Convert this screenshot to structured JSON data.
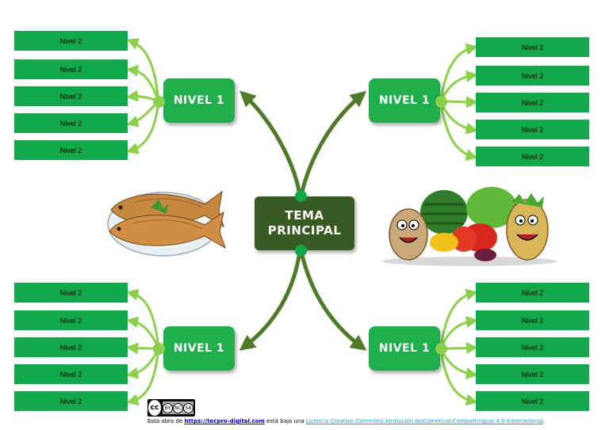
{
  "center": {
    "line1": "TEMA",
    "line2": "PRINCIPAL"
  },
  "nivel1": {
    "top_left": "NIVEL 1",
    "top_right": "NIVEL 1",
    "bottom_left": "NIVEL 1",
    "bottom_right": "NIVEL 1"
  },
  "nivel2": {
    "top_left": [
      "Nivel 2",
      "Nivel 2",
      "Nivel 2",
      "Nivel 2",
      "Nivel 2"
    ],
    "top_right": [
      "Nivel 2",
      "Nivel 2",
      "Nivel 2",
      "Nivel 2",
      "Nivel 2"
    ],
    "bottom_left": [
      "Nivel 2",
      "Nivel 2",
      "Nivel 2",
      "Nivel 2",
      "Nivel 2"
    ],
    "bottom_right": [
      "Nivel 2",
      "Nivel 2",
      "Nivel 2",
      "Nivel 2",
      "Nivel 2"
    ]
  },
  "footer": {
    "badge": {
      "cc": "cc",
      "icons": [
        "BY",
        "NC",
        "SA"
      ]
    },
    "prefix": "Esta obra de ",
    "site_link": "https://tecpro-digital.com",
    "middle": " está bajo una ",
    "license_link": "Licencia Creative Commons Atribución-NoComercial-CompartirIgual 4.0 Internacional",
    "suffix": "."
  },
  "colors": {
    "nivel2_fill": "#12a84a",
    "nivel1_fill": "#1fae4c",
    "center_fill": "#3a5a24",
    "main_arrow": "#4e7a2a",
    "branch_arrow": "#8bcf4a"
  },
  "illustrations": {
    "left": "fish-on-plate-illustration",
    "right": "vegetables-illustration"
  }
}
